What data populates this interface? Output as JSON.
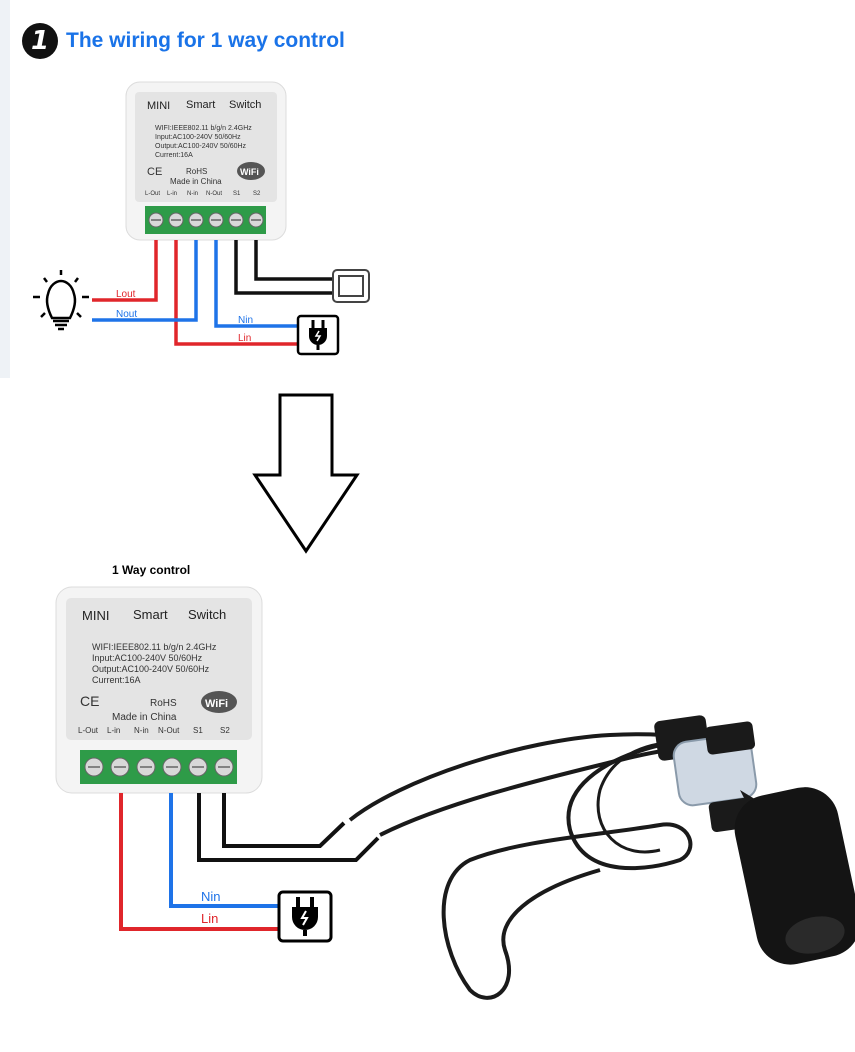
{
  "header": {
    "step_number": "1",
    "title": "The wiring for 1 way control"
  },
  "module": {
    "brand_mini": "MINI",
    "brand_smart": "Smart",
    "brand_switch": "Switch",
    "spec_wifi": "WIFI:IEEE802.11 b/g/n 2.4GHz",
    "spec_input": "Input:AC100-240V 50/60Hz",
    "spec_output": "Output:AC100-240V 50/60Hz",
    "spec_current": "Current:16A",
    "ce_mark": "CE",
    "rohs": "RoHS",
    "made_in": "Made in China",
    "wifi_logo": "WiFi",
    "terminals": [
      "L-Out",
      "L-in",
      "N-in",
      "N-Out",
      "S1",
      "S2"
    ]
  },
  "top_wires": {
    "lout": "Lout",
    "nout": "Nout",
    "nin": "Nin",
    "lin": "Lin"
  },
  "bottom_wires": {
    "nin": "Nin",
    "lin": "Lin"
  },
  "caption": "1 Way control",
  "icons": [
    "light-bulb-icon",
    "wall-switch-icon",
    "power-plug-icon",
    "down-arrow-icon",
    "float-switch-icon"
  ],
  "colors": {
    "title_blue": "#1a73e8",
    "wire_red": "#e0262b",
    "wire_blue": "#1e73e8",
    "wire_black": "#111111",
    "terminal_green": "#2e9b48"
  }
}
